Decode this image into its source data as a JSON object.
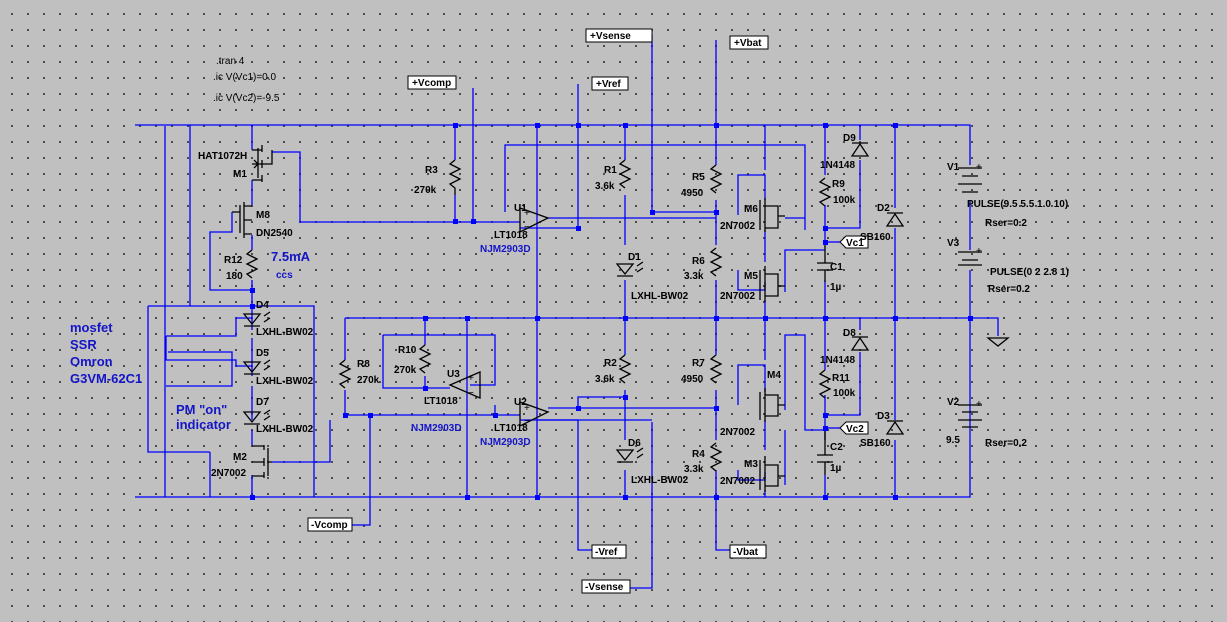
{
  "directives": {
    "tran": ".tran 4",
    "ic1": ".ic V(Vc1)=0.0",
    "ic2": ".ic V(Vc2)=-9.5"
  },
  "flags": {
    "vsense_p": "+Vsense",
    "vbat_p": "+Vbat",
    "vcomp_p": "+Vcomp",
    "vref_p": "+Vref",
    "vcomp_n": "-Vcomp",
    "vref_n": "-Vref",
    "vbat_n": "-Vbat",
    "vsense_n": "-Vsense",
    "vc1": "Vc1",
    "vc2": "Vc2"
  },
  "components": {
    "m1_model": "HAT1072H",
    "m1": "M1",
    "m8": "M8",
    "m8_model": "DN2540",
    "r12": "R12",
    "r12_val": "180",
    "ccs_current": "7.5mA",
    "ccs": "ccs",
    "d4": "D4",
    "d4_model": "LXHL-BW02",
    "d5": "D5",
    "d5_model": "LXHL-BW02",
    "d7": "D7",
    "d7_model": "LXHL-BW02",
    "m2": "M2",
    "m2_model": "2N7002",
    "r3": "R3",
    "r3_val": "270k",
    "u1": "U1",
    "u1_model": "LT1018",
    "u1_part": "NJM2903D",
    "r1": "R1",
    "r1_val": "3.6k",
    "d1": "D1",
    "d1_model": "LXHL-BW02",
    "r5": "R5",
    "r5_val": "4950",
    "r6": "R6",
    "r6_val": "3.3k",
    "m6": "M6",
    "m6_model": "2N7002",
    "m5": "M5",
    "m5_model": "2N7002",
    "d9": "D9",
    "d9_model": "1N4148",
    "r9": "R9",
    "r9_val": "100k",
    "c1": "C1",
    "c1_val": "1µ",
    "d2": "D2",
    "d2_model": "SB160",
    "v1": "V1",
    "v1_val": "PULSE(9.5 5.5 1.0 10)",
    "v1_rser": "Rser=0.2",
    "v3": "V3",
    "v3_val": "PULSE(0 2 2.8 1)",
    "v3_rser": "Rser=0.2",
    "r8": "R8",
    "r8_val": "270k",
    "r10": "R10",
    "r10_val": "270k",
    "u3": "U3",
    "u3_model": "LT1018",
    "u3_part": "NJM2903D",
    "u2": "U2",
    "u2_model": "LT1018",
    "u2_part": "NJM2903D",
    "r2": "R2",
    "r2_val": "3.6k",
    "d6": "D6",
    "d6_model": "LXHL-BW02",
    "r7": "R7",
    "r7_val": "4950",
    "r4": "R4",
    "r4_val": "3.3k",
    "m4": "M4",
    "m4_model": "2N7002",
    "m3": "M3",
    "m3_model": "2N7002",
    "d8": "D8",
    "d8_model": "1N4148",
    "r11": "R11",
    "r11_val": "100k",
    "c2": "C2",
    "c2_val": "1µ",
    "d3": "D3",
    "d3_model": "SB160",
    "v2": "V2",
    "v2_val": "9.5",
    "v2_rser": "Rser=0.2"
  },
  "annotations": {
    "ssr_1": "mosfet",
    "ssr_2": "SSR",
    "ssr_3": "Omron",
    "ssr_4": "G3VM-62C1",
    "pm_1": "PM \"on\"",
    "pm_2": "indicator"
  },
  "colors": {
    "wire": "#0000ff",
    "component": "#000000",
    "label": "#1414c8",
    "background": "#c0c0c0"
  }
}
